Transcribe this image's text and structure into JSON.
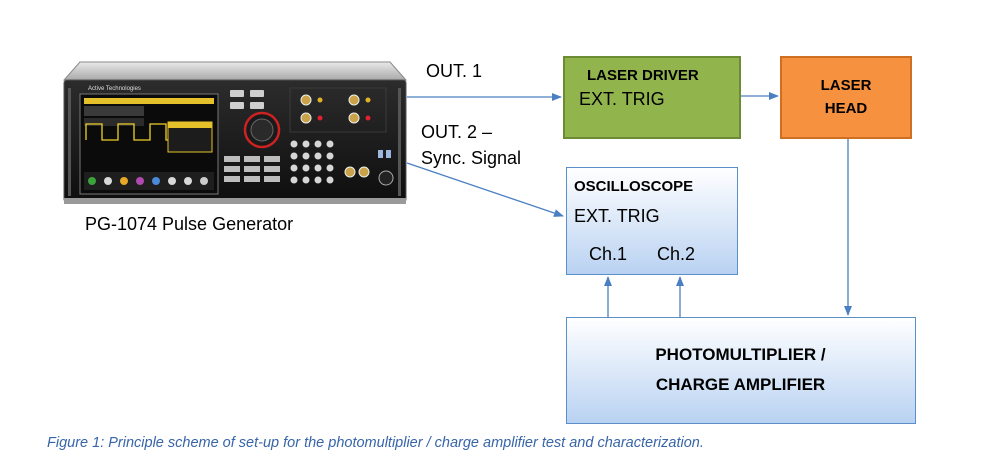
{
  "labels": {
    "out1": "OUT. 1",
    "out2_line1": "OUT. 2 –",
    "out2_line2": "Sync. Signal",
    "device_name": "PG-1074 Pulse Generator"
  },
  "boxes": {
    "laser_driver": {
      "title": "LASER DRIVER",
      "sub": "EXT. TRIG"
    },
    "laser_head": {
      "line1": "LASER",
      "line2": "HEAD"
    },
    "oscilloscope": {
      "title": "OSCILLOSCOPE",
      "sub": "EXT. TRIG",
      "ch1": "Ch.1",
      "ch2": "Ch.2"
    },
    "photomultiplier": {
      "line1": "PHOTOMULTIPLIER /",
      "line2": "CHARGE AMPLIFIER"
    }
  },
  "device_panel": {
    "brand": "Active Technologies"
  },
  "caption": "Figure 1: Principle scheme of set-up for the photomultiplier / charge amplifier test and characterization.",
  "colors": {
    "laser_driver_fill": "#92b44d",
    "laser_head_fill": "#f5913f",
    "blue_box_border": "#5b8fca",
    "arrow": "#4a7fc1",
    "caption": "#3765a8"
  }
}
